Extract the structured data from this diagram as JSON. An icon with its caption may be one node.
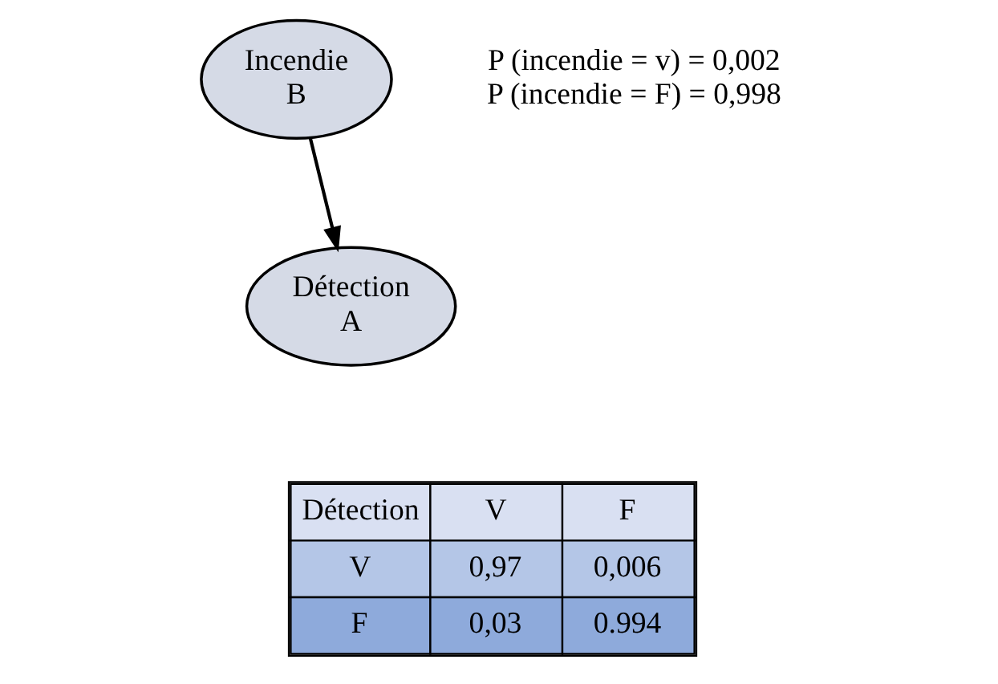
{
  "diagram": {
    "nodes": [
      {
        "text": [
          "Incendie",
          "B"
        ]
      },
      {
        "text": [
          "Détection",
          "A"
        ]
      }
    ],
    "edges": [
      {
        "from": 0,
        "to": 1,
        "arrow": "to"
      }
    ],
    "labels": [
      "P (incendie = v) = 0,002",
      "P (incendie = F) = 0,998",
      "Détection",
      "V",
      "F",
      "V",
      "0,97",
      "0,006",
      "F",
      "0,03",
      "0.994"
    ]
  }
}
